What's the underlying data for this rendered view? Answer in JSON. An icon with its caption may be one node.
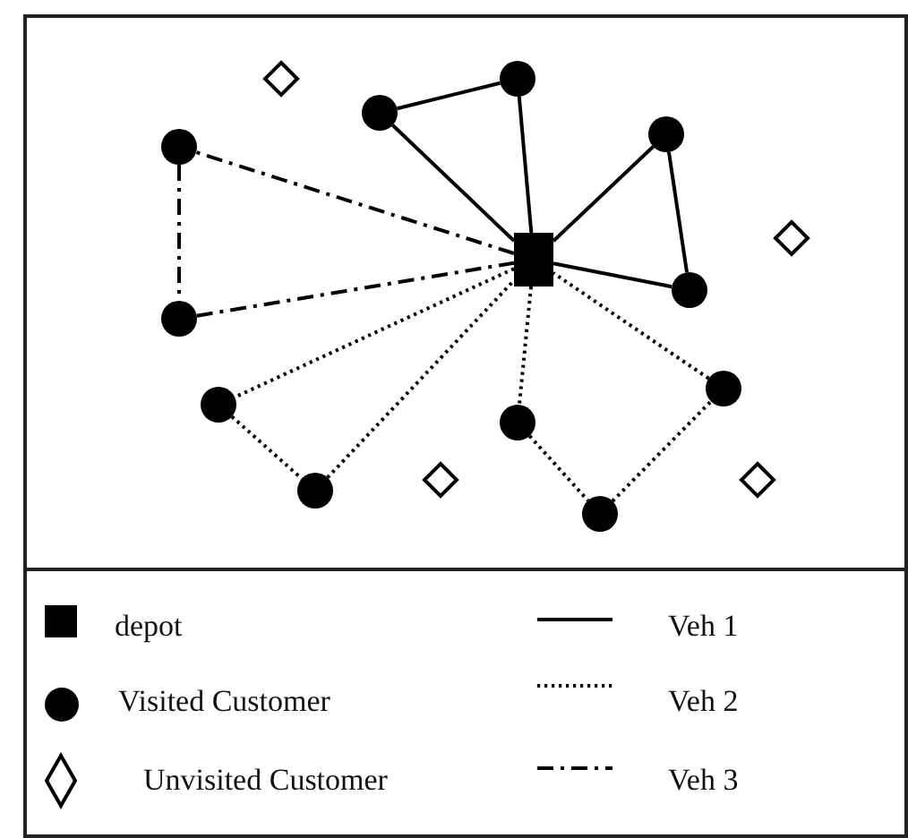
{
  "diagram": {
    "nodes": [
      {
        "text": [],
        "shape": "box"
      },
      {
        "text": [],
        "shape": "circle"
      },
      {
        "text": [],
        "shape": "circle"
      },
      {
        "text": [],
        "shape": "circle"
      },
      {
        "text": [],
        "shape": "circle"
      },
      {
        "text": [],
        "shape": "circle"
      },
      {
        "text": [],
        "shape": "circle"
      },
      {
        "text": [],
        "shape": "circle"
      },
      {
        "text": [],
        "shape": "circle"
      },
      {
        "text": [],
        "shape": "circle"
      },
      {
        "text": [],
        "shape": "circle"
      },
      {
        "text": [],
        "shape": "circle"
      },
      {
        "text": [],
        "shape": "diamond"
      },
      {
        "text": [],
        "shape": "diamond"
      },
      {
        "text": [],
        "shape": "diamond"
      },
      {
        "text": [],
        "shape": "diamond"
      }
    ],
    "edges": [
      {
        "from": 0,
        "to": 1,
        "arrow": "none"
      },
      {
        "from": 1,
        "to": 2,
        "arrow": "none"
      },
      {
        "from": 2,
        "to": 0,
        "arrow": "none"
      },
      {
        "from": 0,
        "to": 3,
        "arrow": "none"
      },
      {
        "from": 3,
        "to": 4,
        "arrow": "none"
      },
      {
        "from": 4,
        "to": 0,
        "arrow": "none"
      },
      {
        "from": 0,
        "to": 5,
        "arrow": "none",
        "style": "dashed"
      },
      {
        "from": 5,
        "to": 6,
        "arrow": "none",
        "style": "dashed"
      },
      {
        "from": 6,
        "to": 0,
        "arrow": "none",
        "style": "dashed"
      },
      {
        "from": 0,
        "to": 7,
        "arrow": "none",
        "style": "dashed"
      },
      {
        "from": 7,
        "to": 8,
        "arrow": "none",
        "style": "dashed"
      },
      {
        "from": 8,
        "to": 0,
        "arrow": "none",
        "style": "dashed"
      },
      {
        "from": 0,
        "to": 9,
        "arrow": "none",
        "style": "dashed"
      },
      {
        "from": 9,
        "to": 10,
        "arrow": "none",
        "style": "dashed"
      },
      {
        "from": 10,
        "to": 11,
        "arrow": "none",
        "style": "dashed"
      },
      {
        "from": 11,
        "to": 0,
        "arrow": "none",
        "style": "dashed"
      }
    ],
    "legend": [
      {
        "text": "depot"
      },
      {
        "text": "Veh 1"
      },
      {
        "text": "Visited Customer"
      },
      {
        "text": "Veh 2"
      },
      {
        "text": "Unvisited Customer"
      },
      {
        "text": "Veh 3"
      }
    ]
  }
}
